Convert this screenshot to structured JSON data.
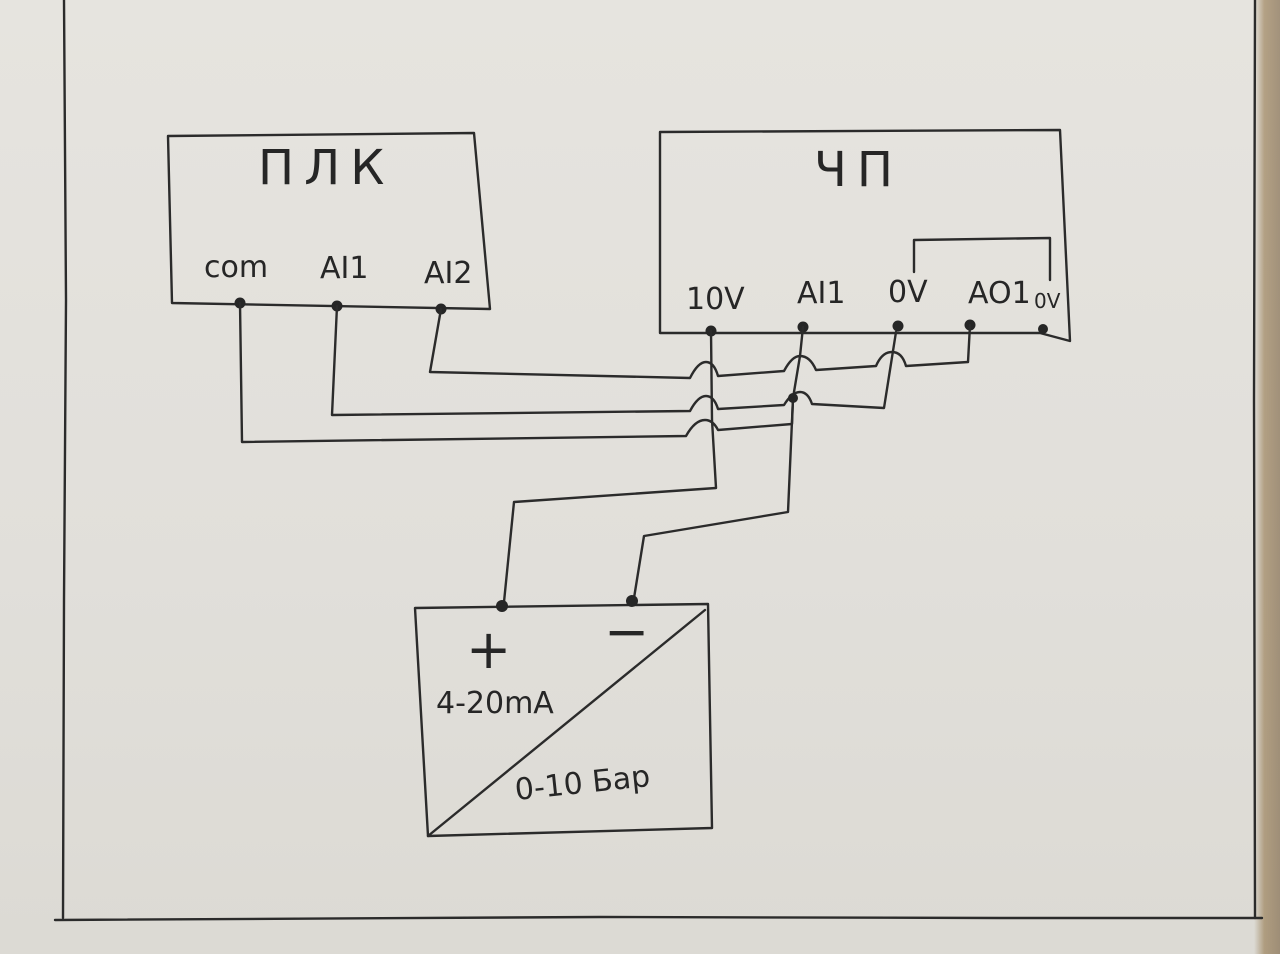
{
  "blocks": {
    "plc": {
      "title": "ПЛК",
      "pins": [
        "com",
        "AI1",
        "AI2"
      ]
    },
    "vfd": {
      "title": "ЧП",
      "pins": [
        "10V",
        "AI1",
        "0V",
        "AO1",
        "0V"
      ]
    },
    "sensor": {
      "plus": "+",
      "minus": "−",
      "signal": "4-20mA",
      "range": "0-10 Бар"
    }
  }
}
